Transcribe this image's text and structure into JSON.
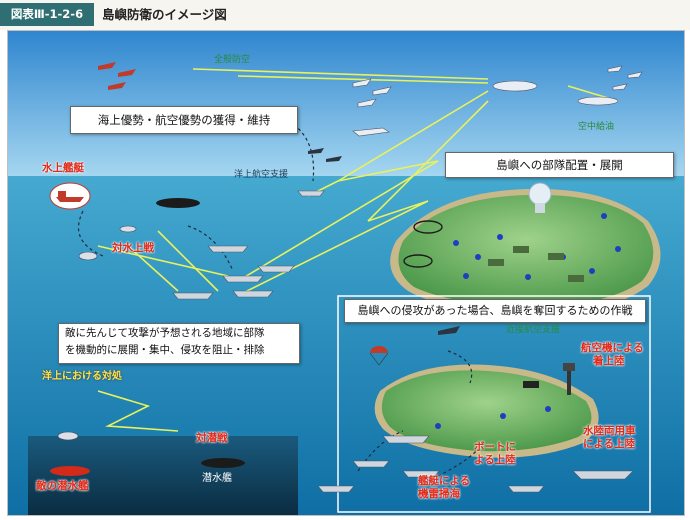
{
  "figure": {
    "label": "図表Ⅲ-1-2-6",
    "title": "島嶼防衛のイメージ図"
  },
  "boxes": {
    "superiority": "海上優勢・航空優勢の獲得・維持",
    "deployment": "島嶼への部隊配置・展開",
    "recapture": "島嶼への侵攻があった場合、島嶼を奪回するための作戦",
    "blocking_line1": "敵に先んじて攻撃が予想される地域に部隊",
    "blocking_line2": "を機動的に展開・集中、侵攻を阻止・排除"
  },
  "labels": {
    "air_defense": "全般防空",
    "aerial_refueling": "空中給油",
    "maritime_air_support": "洋上航空支援",
    "surface_ship": "水上艦艇",
    "anti_surface": "対水上戦",
    "maritime_response": "洋上における対処",
    "anti_submarine": "対潜戦",
    "submarine": "潜水艦",
    "enemy_submarine": "敵の潜水艦",
    "close_air_support": "近接航空支援",
    "aircraft_landing_1": "航空機による",
    "aircraft_landing_2": "着上陸",
    "amphibious_1": "水陸両用車",
    "amphibious_2": "による上陸",
    "boat_1": "ボートに",
    "boat_2": "よる上陸",
    "minesweep_1": "艦艇による",
    "minesweep_2": "機雷掃海"
  },
  "colors": {
    "header_tag": "#2f6f73",
    "sky": "#3f97d6",
    "sea": "#1e87b8",
    "label_red": "#e02a1a",
    "label_yellow": "#ffe24a",
    "link_line": "#e9f25a"
  },
  "icons": [
    "aircraft-icon",
    "ship-icon",
    "submarine-icon",
    "helicopter-icon",
    "soldier-icon",
    "radar-dome-icon",
    "tank-icon",
    "tower-icon"
  ]
}
